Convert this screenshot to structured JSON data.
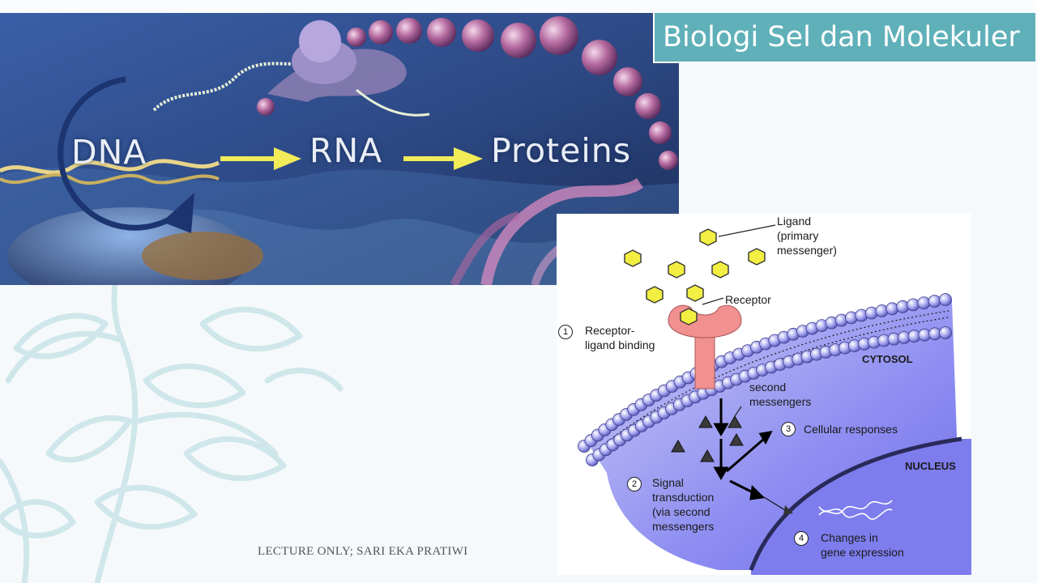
{
  "slide": {
    "title": "Biologi Sel dan Molekuler",
    "footer": "LECTURE ONLY; SARI EKA PRATIWI",
    "colors": {
      "title_bg": "#5fb0b9",
      "title_text": "#ffffff",
      "banner_bg": "#2e4a86",
      "leaf_outline": "#cfe7ea"
    }
  },
  "banner": {
    "words": [
      "DNA",
      "RNA",
      "Proteins"
    ],
    "icons": [
      "arrow-right-icon",
      "cycle-arrow-icon"
    ]
  },
  "diagram": {
    "ligand": [
      "Ligand",
      "(primary",
      "messenger)"
    ],
    "receptor": "Receptor",
    "step1": {
      "num": "1",
      "lines": [
        "Receptor-",
        "ligand binding"
      ]
    },
    "cytosol": "CYTOSOL",
    "second_messengers": [
      "second",
      "messengers"
    ],
    "step3": {
      "num": "3",
      "text": "Cellular responses"
    },
    "nucleus": "NUCLEUS",
    "step2": {
      "num": "2",
      "lines": [
        "Signal",
        "transduction",
        "(via second",
        "messengers"
      ]
    },
    "step4": {
      "num": "4",
      "lines": [
        "Changes in",
        "gene expression"
      ]
    }
  }
}
